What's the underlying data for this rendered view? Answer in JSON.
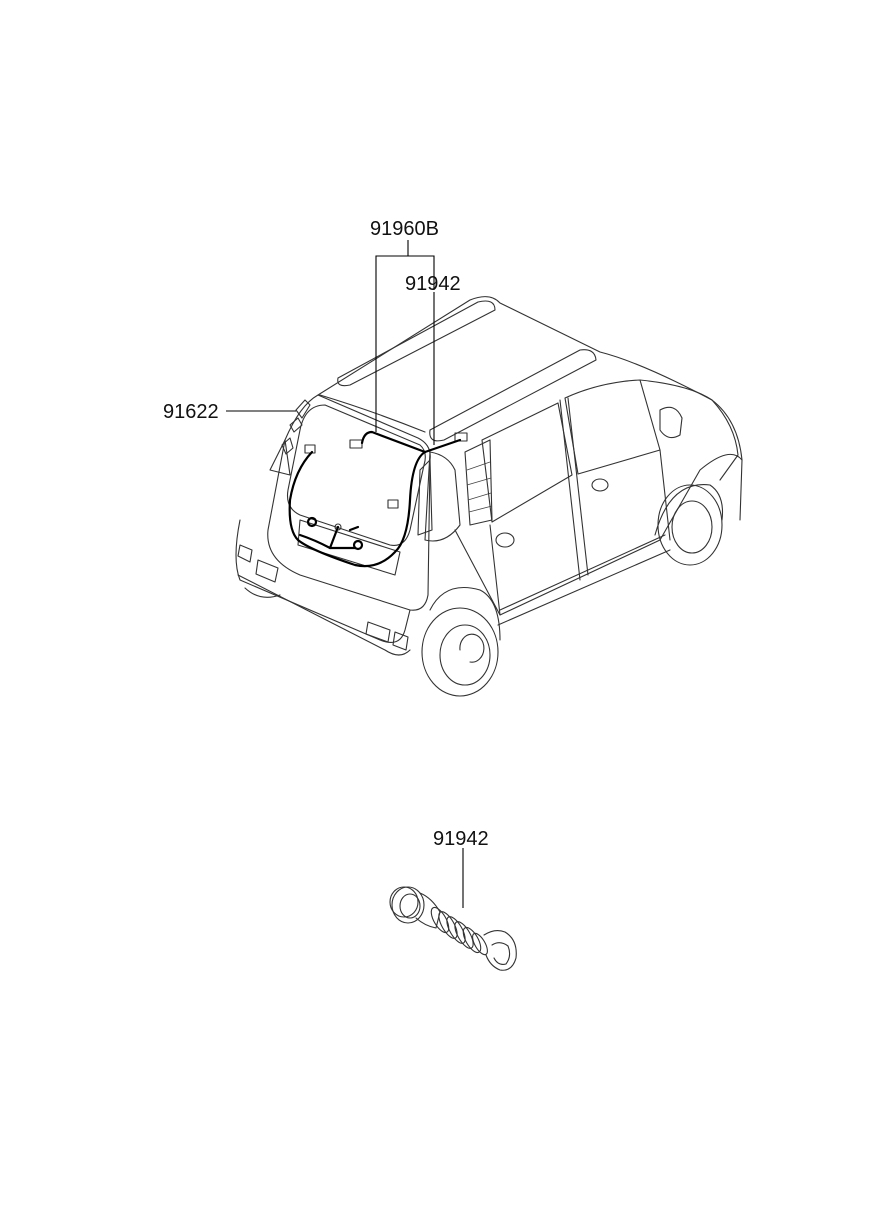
{
  "diagram": {
    "callouts": {
      "harness_tailgate": "91960B",
      "grommet_top": "91942",
      "harness_side": "91622",
      "grommet_detail": "91942"
    }
  }
}
